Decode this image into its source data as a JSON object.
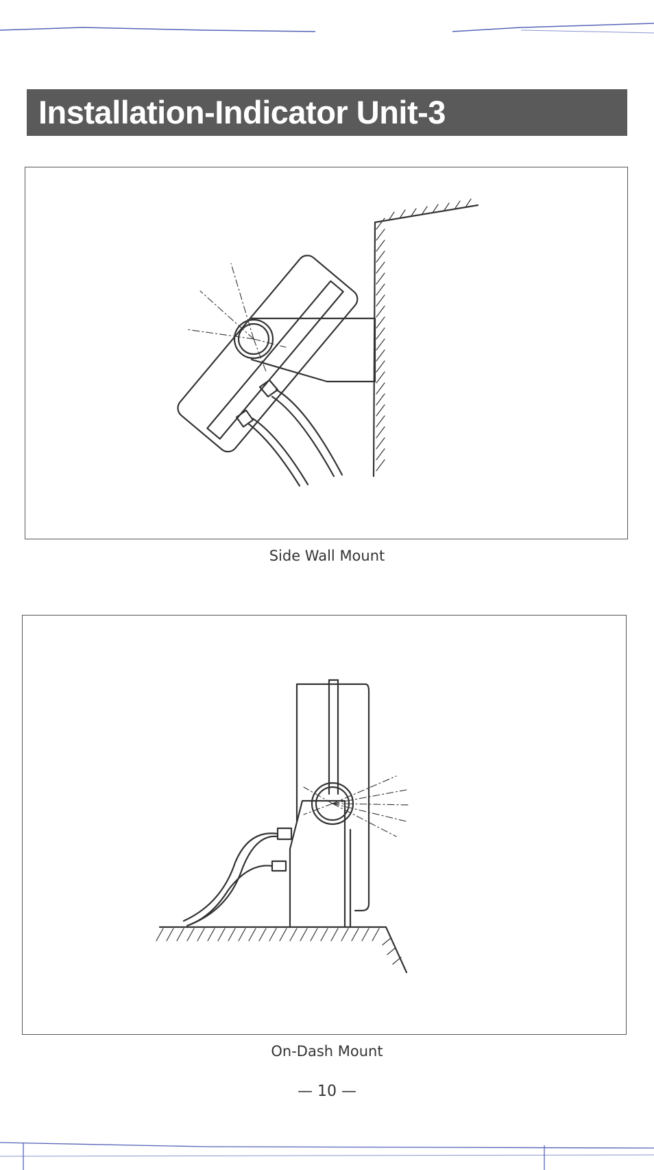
{
  "title": "Installation-Indicator  Unit-3",
  "figures": [
    {
      "caption": "Side Wall Mount"
    },
    {
      "caption": "On-Dash Mount"
    }
  ],
  "page_number": "— 10 —",
  "colors": {
    "title_bar": "#5b5a5a",
    "line": "#333333",
    "pen_blue": "#5563b8"
  }
}
